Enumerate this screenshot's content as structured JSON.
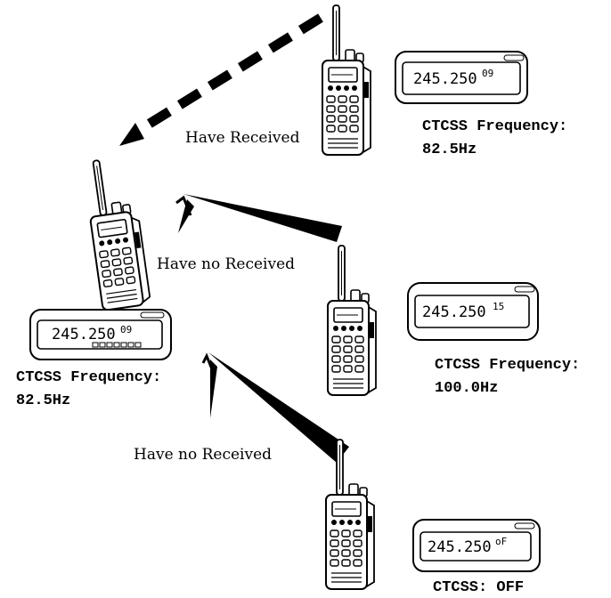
{
  "arrows": {
    "top": "Have Received",
    "middle": "Have no Received",
    "bottom": "Have no Received"
  },
  "left_radio": {
    "lcd_freq": "245.250",
    "lcd_code": "09",
    "ctcss_label": "CTCSS Frequency:",
    "ctcss_value": "82.5Hz"
  },
  "radio_top": {
    "lcd_freq": "245.250",
    "lcd_code": "09",
    "ctcss_label": "CTCSS Frequency:",
    "ctcss_value": "82.5Hz"
  },
  "radio_middle": {
    "lcd_freq": "245.250",
    "lcd_code": "15",
    "ctcss_label": "CTCSS Frequency:",
    "ctcss_value": "100.0Hz"
  },
  "radio_bottom": {
    "lcd_freq": "245.250",
    "lcd_code": "oF",
    "ctcss_label": "CTCSS: OFF"
  },
  "colors": {
    "ink": "#000000",
    "paper": "#ffffff"
  }
}
